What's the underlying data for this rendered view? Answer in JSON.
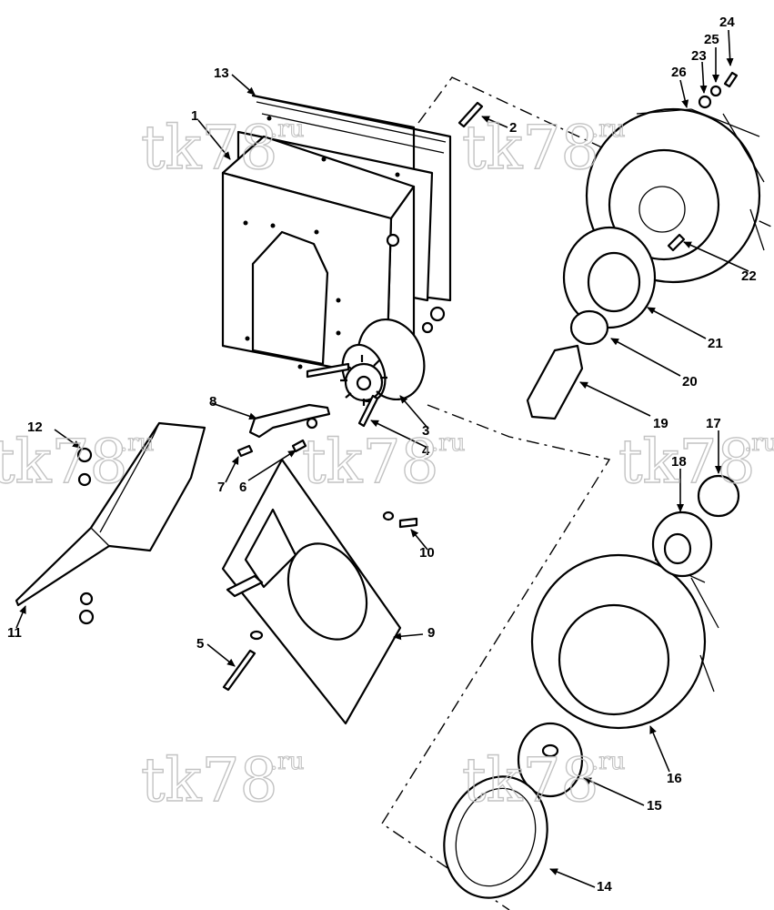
{
  "watermark": {
    "main": "tk78",
    "suffix": ".ru"
  },
  "callouts": [
    "1",
    "2",
    "3",
    "4",
    "5",
    "6",
    "7",
    "8",
    "9",
    "10",
    "11",
    "12",
    "13",
    "14",
    "15",
    "16",
    "17",
    "18",
    "19",
    "20",
    "21",
    "22",
    "23",
    "24",
    "25",
    "26"
  ],
  "icons": {
    "arrowhead": "arrowhead-icon"
  }
}
